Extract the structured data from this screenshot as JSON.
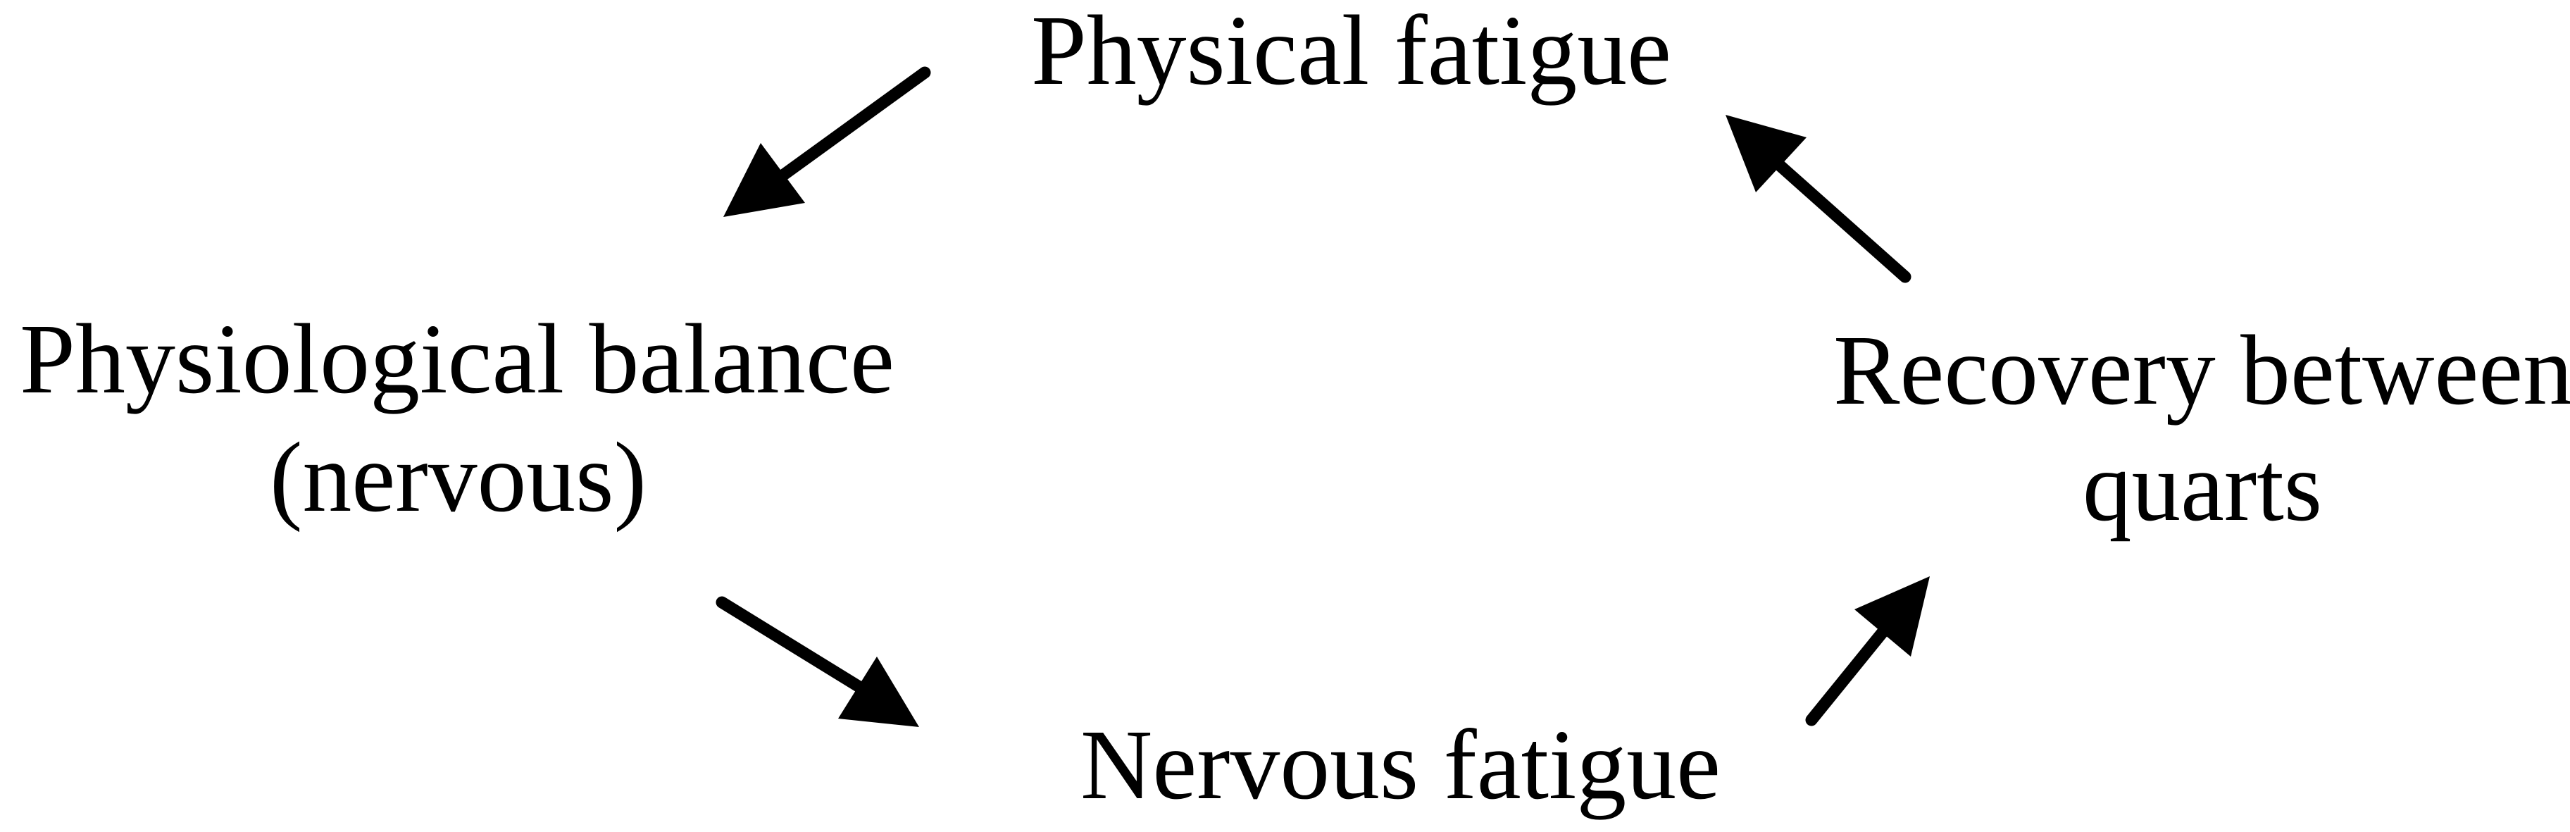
{
  "diagram": {
    "type": "cycle",
    "background": "#ffffff",
    "ink_color": "#000000",
    "nodes": [
      {
        "id": "physical_fatigue",
        "lines": [
          "Physical fatigue"
        ]
      },
      {
        "id": "physiological_balance",
        "lines": [
          "Physiological balance",
          "(nervous)"
        ]
      },
      {
        "id": "nervous_fatigue",
        "lines": [
          "Nervous fatigue"
        ]
      },
      {
        "id": "recovery",
        "lines": [
          "Recovery between",
          "quarts"
        ]
      }
    ],
    "edges": [
      {
        "from": "physical_fatigue",
        "to": "physiological_balance",
        "icon": "arrow-down-left"
      },
      {
        "from": "physiological_balance",
        "to": "nervous_fatigue",
        "icon": "arrow-down-right"
      },
      {
        "from": "nervous_fatigue",
        "to": "recovery",
        "icon": "arrow-up-right"
      },
      {
        "from": "recovery",
        "to": "physical_fatigue",
        "icon": "arrow-up-left"
      }
    ]
  }
}
